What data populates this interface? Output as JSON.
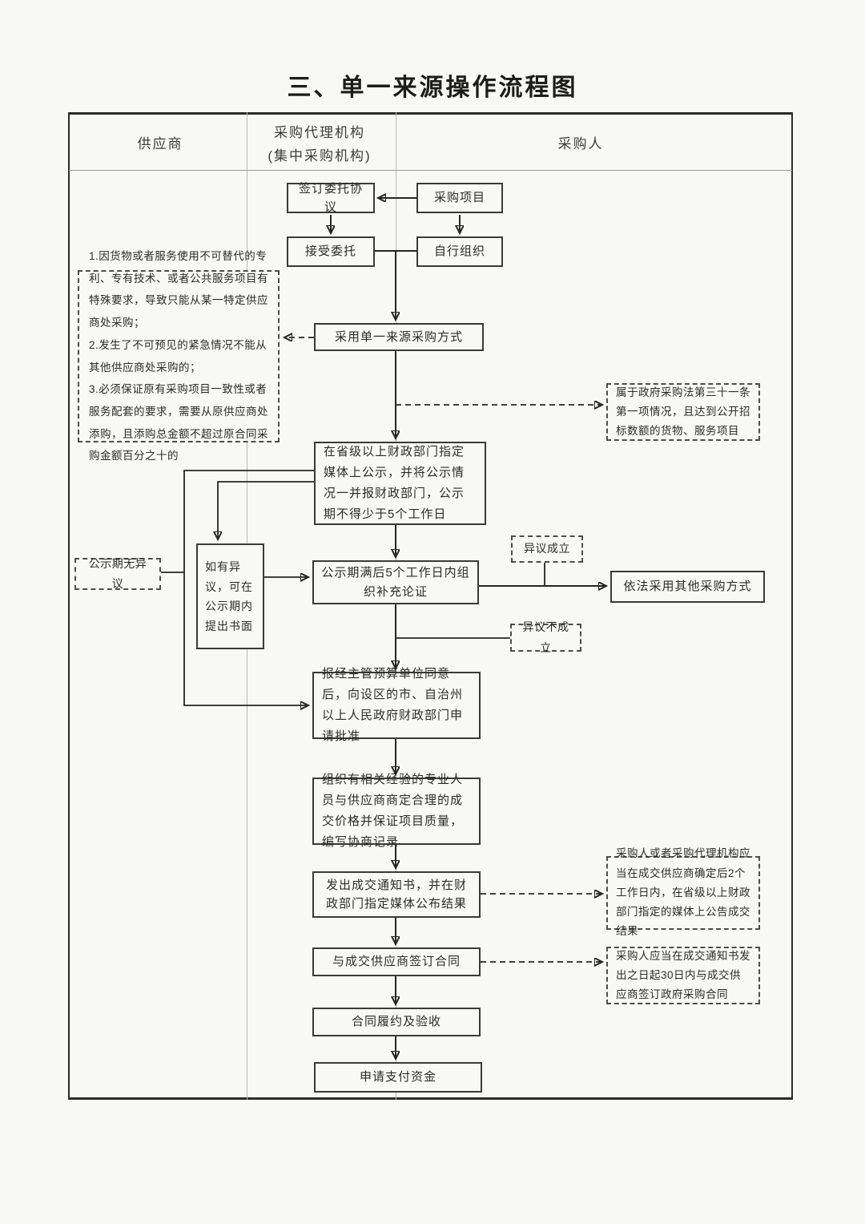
{
  "title": "三、单一来源操作流程图",
  "columns": {
    "supplier": "供应商",
    "agency_line1": "采购代理机构",
    "agency_line2": "(集中采购机构)",
    "purchaser": "采购人"
  },
  "nodes": {
    "sign_agreement": "签订委托协议",
    "procurement_project": "采购项目",
    "accept_entrustment": "接受委托",
    "self_organize": "自行组织",
    "adopt_single_source": "采用单一来源采购方式",
    "publicity": "在省级以上财政部门指定媒体上公示，并将公示情况一并报财政部门，公示期不得少于5个工作日",
    "objection_in_period": "如有异议，可在公示期内提出书面",
    "supplement_demonstration": "公示期满后5个工作日内组织补充论证",
    "other_method": "依法采用其他采购方式",
    "approval": "报经主管预算单位同意后，向设区的市、自治州以上人民政府财政部门申请批准",
    "negotiate": "组织有相关经验的专业人员与供应商商定合理的成交价格并保证项目质量，编写协商记录",
    "issue_notice": "发出成交通知书，并在财政部门指定媒体公布结果",
    "sign_contract": "与成交供应商签订合同",
    "fulfill_accept": "合同履约及验收",
    "apply_payment": "申请支付资金"
  },
  "notes": {
    "reasons_items": [
      "1.因货物或者服务使用不可替代的专利、专有技术、或者公共服务项目有特殊要求，导致只能从某一特定供应商处采购；",
      "2.发生了不可预见的紧急情况不能从其他供应商处采购的；",
      "3.必须保证原有采购项目一致性或者服务配套的要求，需要从原供应商处添购，且添购总金额不超过原合同采购金额百分之十的"
    ],
    "no_objection": "公示期无异议",
    "objection_established": "异议成立",
    "objection_not_established": "异议不成立",
    "law_article31": "属于政府采购法第三十一条第一项情况，且达到公开招标数额的货物、服务项目",
    "announce_result": "采购人或者采购代理机构应当在成交供应商确定后2个工作日内，在省级以上财政部门指定的媒体上公告成交结果",
    "sign_within_30": "采购人应当在成交通知书发出之日起30日内与成交供应商签订政府采购合同"
  }
}
